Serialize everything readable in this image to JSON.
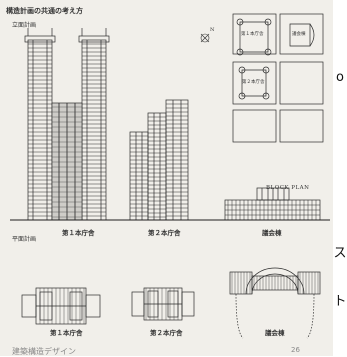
{
  "header": {
    "title": "構造計画の共通の考え方"
  },
  "section_elevation": {
    "label": "立面計画"
  },
  "section_plan": {
    "label": "平面計画"
  },
  "block_plan": {
    "title": "BLOCK PLAN",
    "labels": [
      "第１本庁舎",
      "議会棟",
      "第２本庁舎"
    ]
  },
  "elevation_captions": [
    "第１本庁舎",
    "第２本庁舎",
    "議会棟"
  ],
  "plan_captions": [
    "第１本庁舎",
    "第２本庁舎",
    "議会棟"
  ],
  "north_mark": "N",
  "footer": {
    "left": "建築構造デザイン",
    "page": "26"
  },
  "side_text": [
    "o",
    "ス",
    "ト"
  ]
}
